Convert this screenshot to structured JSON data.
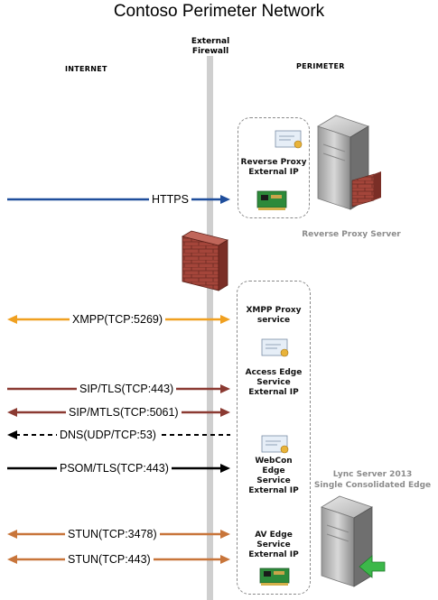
{
  "title": "Contoso Perimeter Network",
  "zones": {
    "internet": "INTERNET",
    "firewall_line1": "External",
    "firewall_line2": "Firewall",
    "perimeter": "PERIMETER"
  },
  "boxes": {
    "reverse_proxy": {
      "line1": "Reverse Proxy",
      "line2": "External IP"
    },
    "xmpp": {
      "line1": "XMPP Proxy",
      "line2": "service"
    },
    "access_edge": {
      "line1": "Access Edge",
      "line2": "Service",
      "line3": "External IP"
    },
    "webcon_edge": {
      "line1": "WebCon",
      "line2": "Edge",
      "line3": "Service",
      "line4": "External IP"
    },
    "av_edge": {
      "line1": "AV Edge",
      "line2": "Service",
      "line3": "External IP"
    }
  },
  "servers": {
    "reverse_proxy_caption": "Reverse Proxy Server",
    "lync_line1": "Lync Server 2013",
    "lync_line2": "Single Consolidated Edge"
  },
  "connections": [
    {
      "label": "HTTPS",
      "direction": "right",
      "color": "#1f4e9c",
      "style": "solid"
    },
    {
      "label": "XMPP(TCP:5269)",
      "direction": "both",
      "color": "#f0a020",
      "style": "solid"
    },
    {
      "label": "SIP/TLS(TCP:443)",
      "direction": "right",
      "color": "#8b3a32",
      "style": "solid"
    },
    {
      "label": "SIP/MTLS(TCP:5061)",
      "direction": "both",
      "color": "#8b3a32",
      "style": "solid"
    },
    {
      "label": "DNS(UDP/TCP:53)",
      "direction": "left",
      "color": "#000000",
      "style": "dashed"
    },
    {
      "label": "PSOM/TLS(TCP:443)",
      "direction": "right",
      "color": "#000000",
      "style": "solid"
    },
    {
      "label": "STUN(TCP:3478)",
      "direction": "both",
      "color": "#c8753a",
      "style": "solid"
    },
    {
      "label": "STUN(TCP:443)",
      "direction": "both",
      "color": "#c8753a",
      "style": "solid"
    }
  ]
}
